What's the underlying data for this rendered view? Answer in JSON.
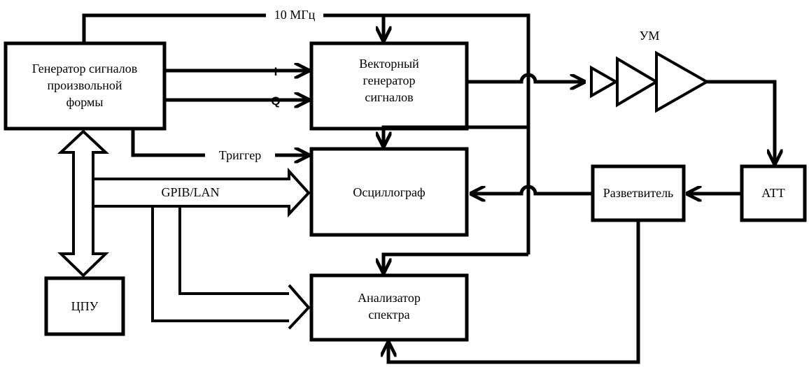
{
  "blocks": {
    "awg": {
      "line1": "Генератор сигналов",
      "line2": "произвольной",
      "line3": "формы"
    },
    "vsg": {
      "line1": "Векторный",
      "line2": "генератор",
      "line3": "сигналов"
    },
    "osc": {
      "label": "Осциллограф"
    },
    "sa": {
      "line1": "Анализатор",
      "line2": "спектра"
    },
    "cpu": {
      "label": "ЦПУ"
    },
    "splitter": {
      "label": "Разветвитель"
    },
    "att": {
      "label": "АТТ"
    }
  },
  "signals": {
    "ref_clock": "10 МГц",
    "i": "I",
    "q": "Q",
    "trigger": "Триггер",
    "bus": "GPIB/LAN",
    "amplifier": "УМ"
  }
}
